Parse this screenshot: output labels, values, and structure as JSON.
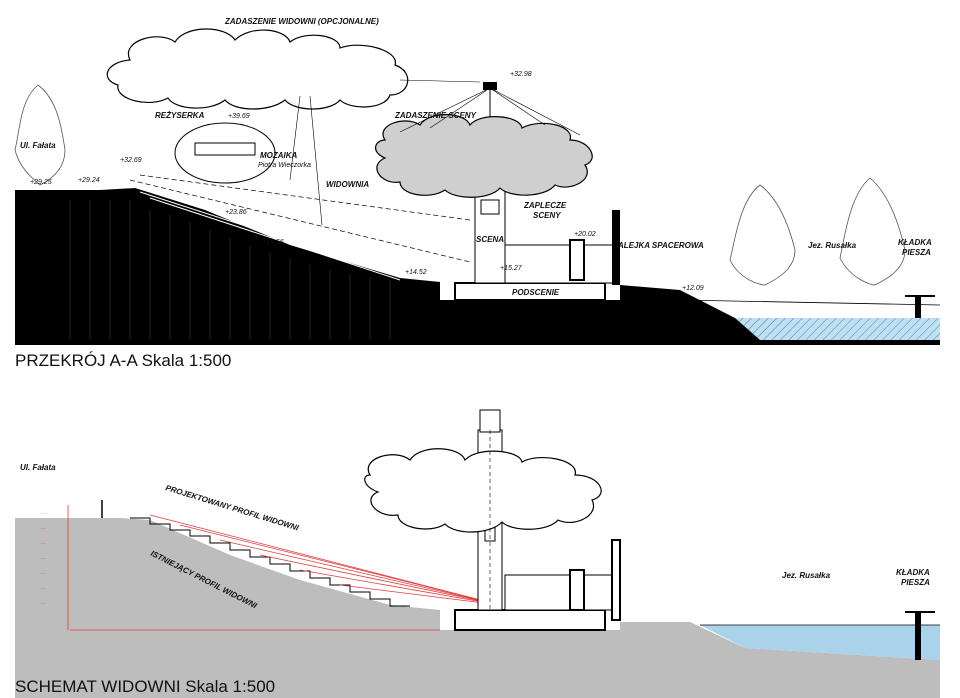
{
  "section_a": {
    "title": "PRZEKRÓJ A-A  Skala 1:500",
    "labels": {
      "roof_audience": "ZADASZENIE WIDOWNI (OPCJONALNE)",
      "director_booth": "REŻYSERKA",
      "mosaic_line1": "MOZAIKA",
      "mosaic_line2": "Piotra Wieczorka",
      "audience": "WIDOWNIA",
      "roof_stage": "ZADASZENIE SCENY",
      "backstage_line1": "ZAPLECZE",
      "backstage_line2": "SCENY",
      "stage": "SCENA",
      "understage": "PODSCENIE",
      "promenade": "ALEJKA SPACEROWA",
      "lake": "Jez. Rusałka",
      "footbridge_line1": "KŁADKA",
      "footbridge_line2": "PIESZA",
      "street": "Ul. Fałata"
    },
    "elevations": [
      "+32.98",
      "+39.69",
      "+32.69",
      "+29.25",
      "+29.24",
      "+23.86",
      "+19.56",
      "+14.52",
      "+20.02",
      "+15.27",
      "+12.09"
    ]
  },
  "section_b": {
    "title": "SCHEMAT WIDOWNI  Skala 1:500",
    "labels": {
      "street": "Ul. Fałata",
      "designed_profile": "PROJEKTOWANY PROFIL WIDOWNI",
      "existing_profile": "ISTNIEJĄCY PROFIL WIDOWNI",
      "lake": "Jez. Rusałka",
      "footbridge_line1": "KŁADKA",
      "footbridge_line2": "PIESZA"
    }
  },
  "colors": {
    "fill_black": "#000000",
    "fill_gray_ground": "#bdbdbd",
    "cloud_gray": "#cfcfcf",
    "water": "#a9d3ea",
    "red_lines": "#e23b3b"
  }
}
